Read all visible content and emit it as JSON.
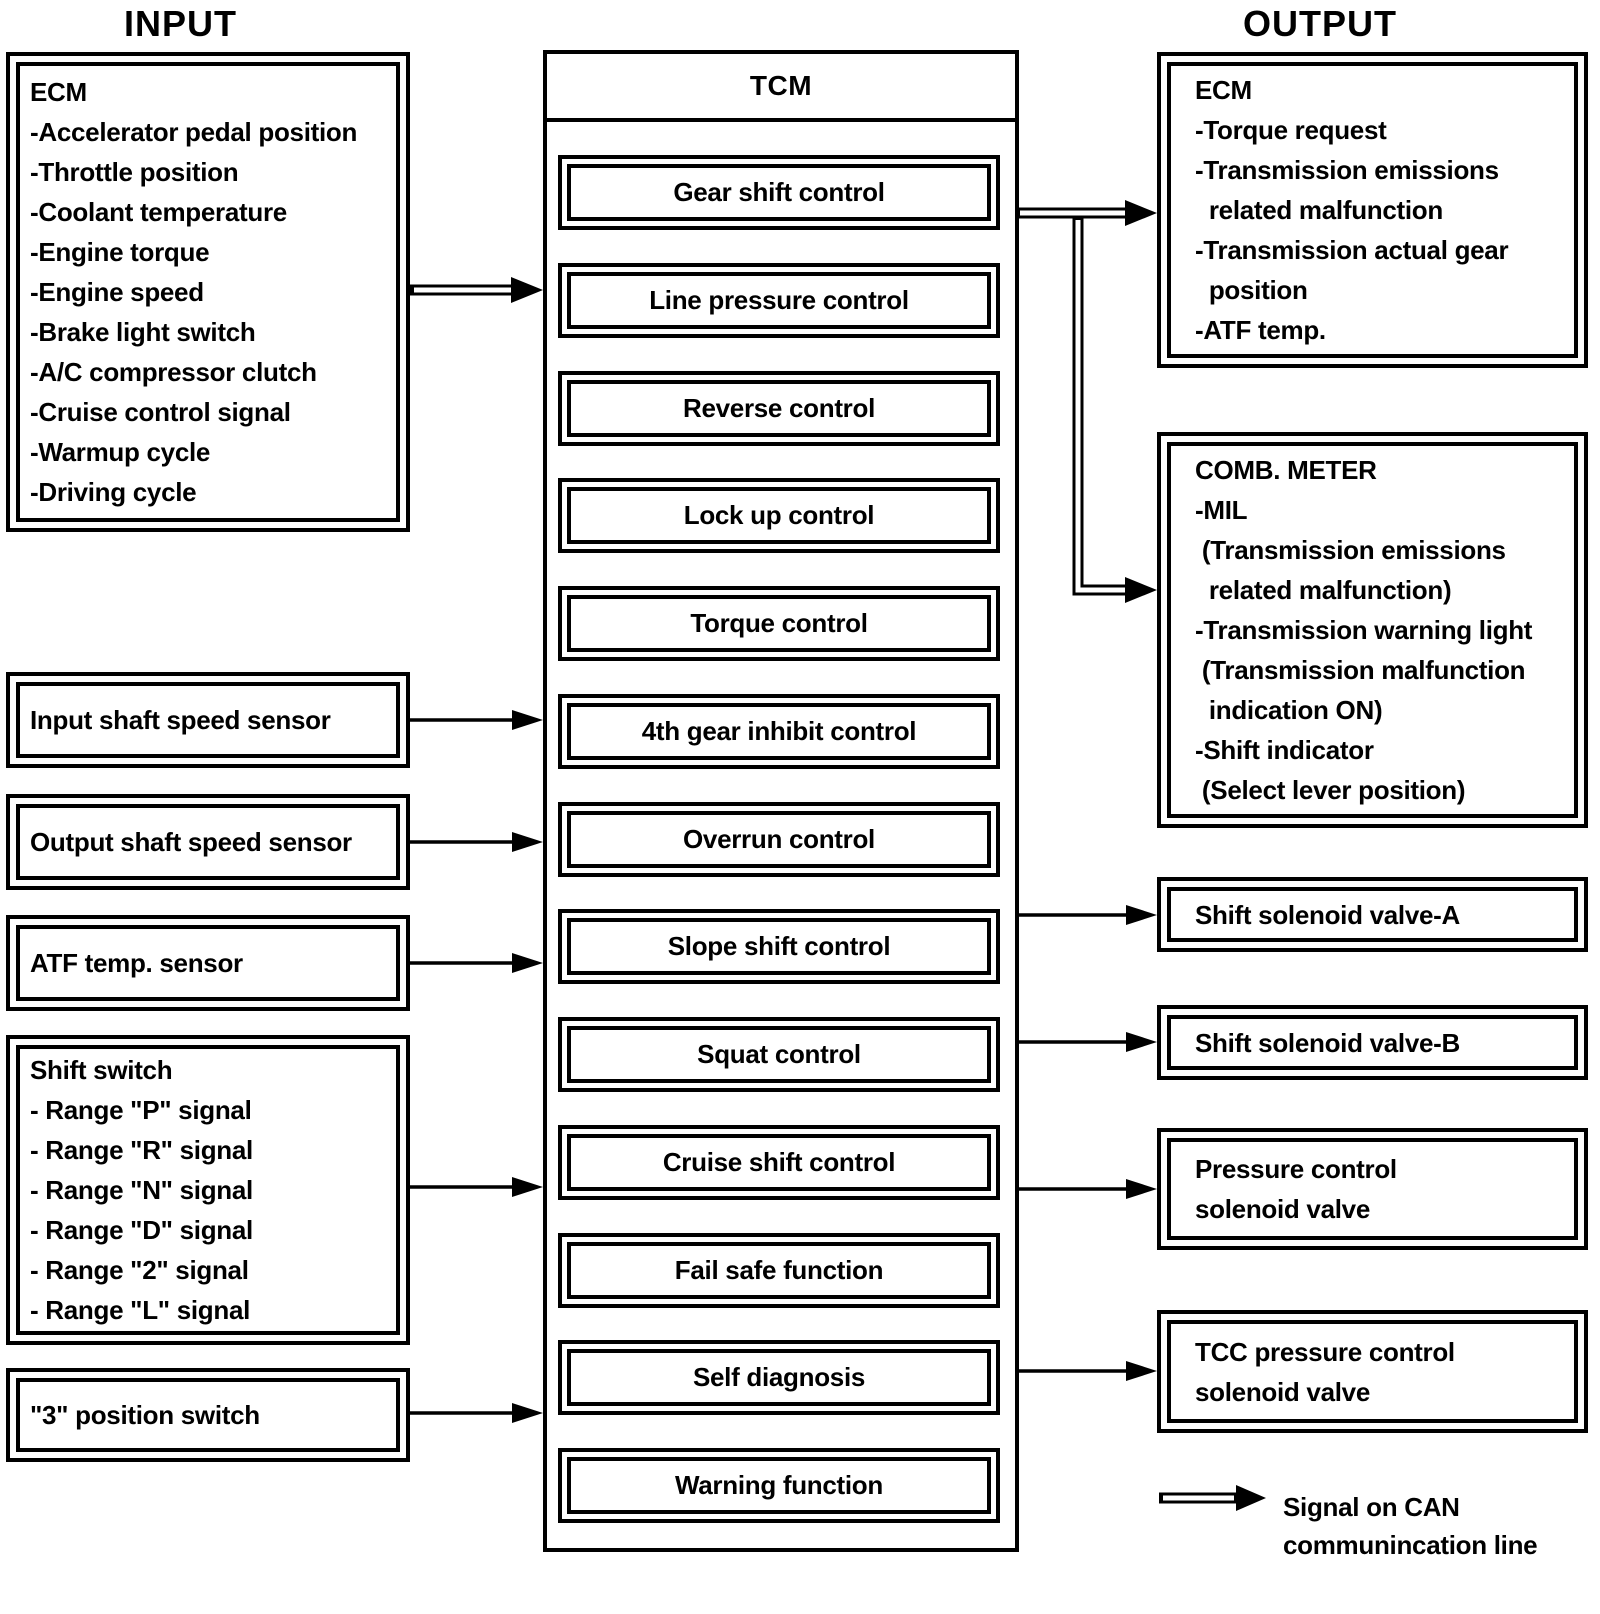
{
  "titles": {
    "input": "INPUT",
    "output": "OUTPUT"
  },
  "input_column": {
    "ecm": {
      "lines": [
        "ECM",
        "-Accelerator pedal position",
        "-Throttle position",
        "-Coolant temperature",
        "-Engine torque",
        "-Engine speed",
        "-Brake light switch",
        "-A/C compressor clutch",
        "-Cruise control signal",
        "-Warmup cycle",
        "-Driving cycle"
      ]
    },
    "input_shaft_sensor": "Input shaft speed sensor",
    "output_shaft_sensor": "Output shaft speed sensor",
    "atf_temp_sensor": "ATF temp. sensor",
    "shift_switch": {
      "lines": [
        "Shift switch",
        "- Range \"P\" signal",
        "- Range \"R\" signal",
        "- Range \"N\" signal",
        "- Range \"D\" signal",
        "- Range \"2\" signal",
        "- Range \"L\" signal"
      ]
    },
    "position_switch": "\"3\" position switch"
  },
  "tcm": {
    "title": "TCM",
    "functions": [
      "Gear shift control",
      "Line pressure control",
      "Reverse control",
      "Lock up control",
      "Torque control",
      "4th gear inhibit control",
      "Overrun control",
      "Slope shift control",
      "Squat control",
      "Cruise shift control",
      "Fail safe function",
      "Self diagnosis",
      "Warning function"
    ]
  },
  "output_column": {
    "ecm": {
      "lines": [
        "ECM",
        "-Torque request",
        "-Transmission emissions",
        "  related malfunction",
        "-Transmission actual gear",
        "  position",
        "-ATF temp."
      ]
    },
    "comb_meter": {
      "lines": [
        "COMB. METER",
        "-MIL",
        " (Transmission emissions",
        "  related malfunction)",
        "-Transmission warning light",
        " (Transmission malfunction",
        "  indication ON)",
        "-Shift indicator",
        " (Select lever position)"
      ]
    },
    "shift_solenoid_a": "Shift solenoid valve-A",
    "shift_solenoid_b": "Shift solenoid valve-B",
    "pressure_solenoid": {
      "lines": [
        "Pressure control",
        "solenoid valve"
      ]
    },
    "tcc_solenoid": {
      "lines": [
        "TCC pressure control",
        "solenoid valve"
      ]
    }
  },
  "legend": {
    "lines": [
      "Signal on CAN",
      "communincation line"
    ]
  },
  "colors": {
    "ink": "#000000",
    "background": "#ffffff"
  }
}
